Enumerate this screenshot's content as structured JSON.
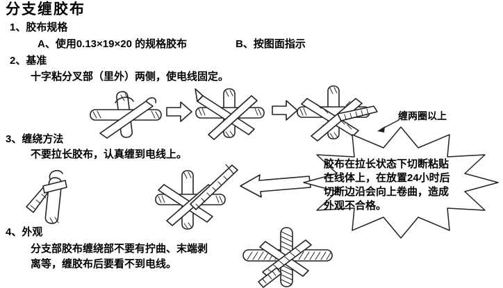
{
  "page": {
    "title": "分支缠胶布",
    "background": "#ffffff",
    "ink": "#000000",
    "line_color": "#222222"
  },
  "sections": {
    "spec": {
      "heading": "1、胶布规格",
      "item_a": "A、使用0.13×19×20 的规格胶布",
      "item_b": "B、按图面指示"
    },
    "datum": {
      "heading": "2、基准",
      "body": "十字粘分叉部（里外）两侧，使电线固定。"
    },
    "method": {
      "heading": "3、缠绕方法",
      "body": "不要拉长胶布，认真缠到电线上。"
    },
    "appearance": {
      "heading": "4、外观",
      "body": "分支部胶布缠绕部不要有拧曲、末端剥离等，缠胶布后要看不到电线。"
    }
  },
  "labels": {
    "wrap_min": "缠两圈以上"
  },
  "warning": {
    "text": "胶布在拉长状态下切断粘贴在线体上，在放置24小时后切断边沿会向上卷曲，造成外观不合格。"
  },
  "icons": {
    "step_arrow_1": "arrow-right-icon",
    "step_arrow_2": "arrow-right-icon",
    "callout_arrow": "arrow-left-icon",
    "wrap_pointer": "arrow-left-icon"
  },
  "illustrations": {
    "step1": "cross-with-loose-tape",
    "step2": "cross-with-x-wrap",
    "step3": "cross-wrapped-two-turns",
    "pull": "tape-flap-on-single-wire",
    "cut": "stretched-tape-cut-on-cross",
    "final": "fully-wrapped-branch"
  }
}
